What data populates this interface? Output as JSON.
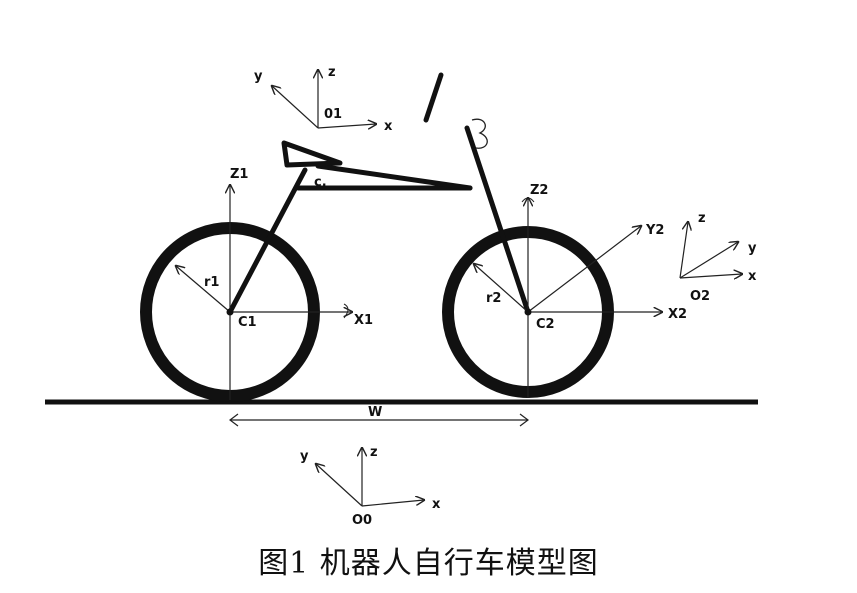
{
  "labels": {
    "frame01": {
      "x": "x",
      "y": "y",
      "z": "z",
      "origin": "01"
    },
    "frame00": {
      "x": "x",
      "y": "y",
      "z": "z",
      "origin": "O0"
    },
    "frameO2": {
      "x": "x",
      "y": "y",
      "z": "z",
      "origin": "O2"
    },
    "z1": "Z1",
    "x1": "X1",
    "c1": "C1",
    "r1": "r1",
    "z2": "Z2",
    "x2": "X2",
    "y2": "Y2",
    "c2": "C2",
    "r2": "r2",
    "c": "c.",
    "w": "W"
  },
  "caption": "图1   机器人自行车模型图"
}
